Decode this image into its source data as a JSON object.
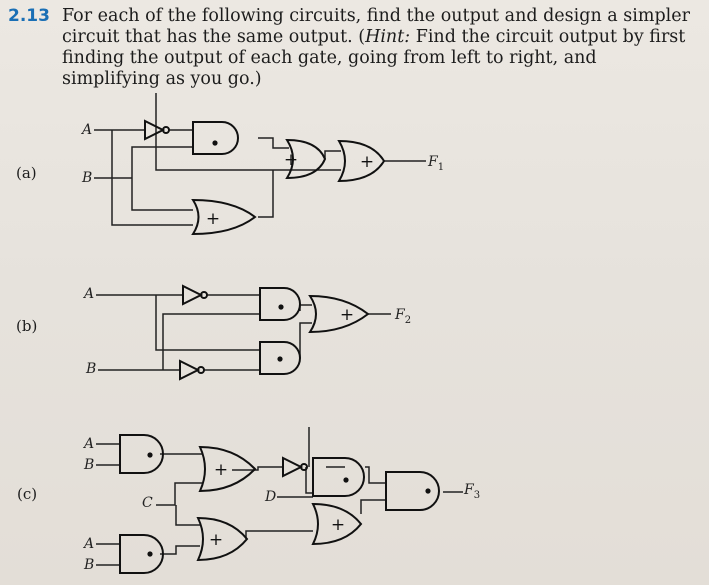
{
  "problem": {
    "number": "2.13",
    "text_before_hint": "For each of the following circuits, find the output and design a simpler circuit that has the same output. (",
    "hint_label": "Hint:",
    "text_after_hint": " Find the circuit output by first finding the output of each gate, going from left to right, and simplifying as you go.)"
  },
  "gate_symbols": {
    "and": "•",
    "or": "+"
  },
  "circuit_a": {
    "part_label": "(a)",
    "inputs": [
      "A",
      "B"
    ],
    "output": {
      "letter": "F",
      "subscript": "1"
    }
  },
  "circuit_b": {
    "part_label": "(b)",
    "inputs": [
      "A",
      "B"
    ],
    "output": {
      "letter": "F",
      "subscript": "2"
    }
  },
  "circuit_c": {
    "part_label": "(c)",
    "inputs": [
      "A",
      "B",
      "C",
      "D",
      "A",
      "B"
    ],
    "output": {
      "letter": "F",
      "subscript": "3"
    }
  }
}
